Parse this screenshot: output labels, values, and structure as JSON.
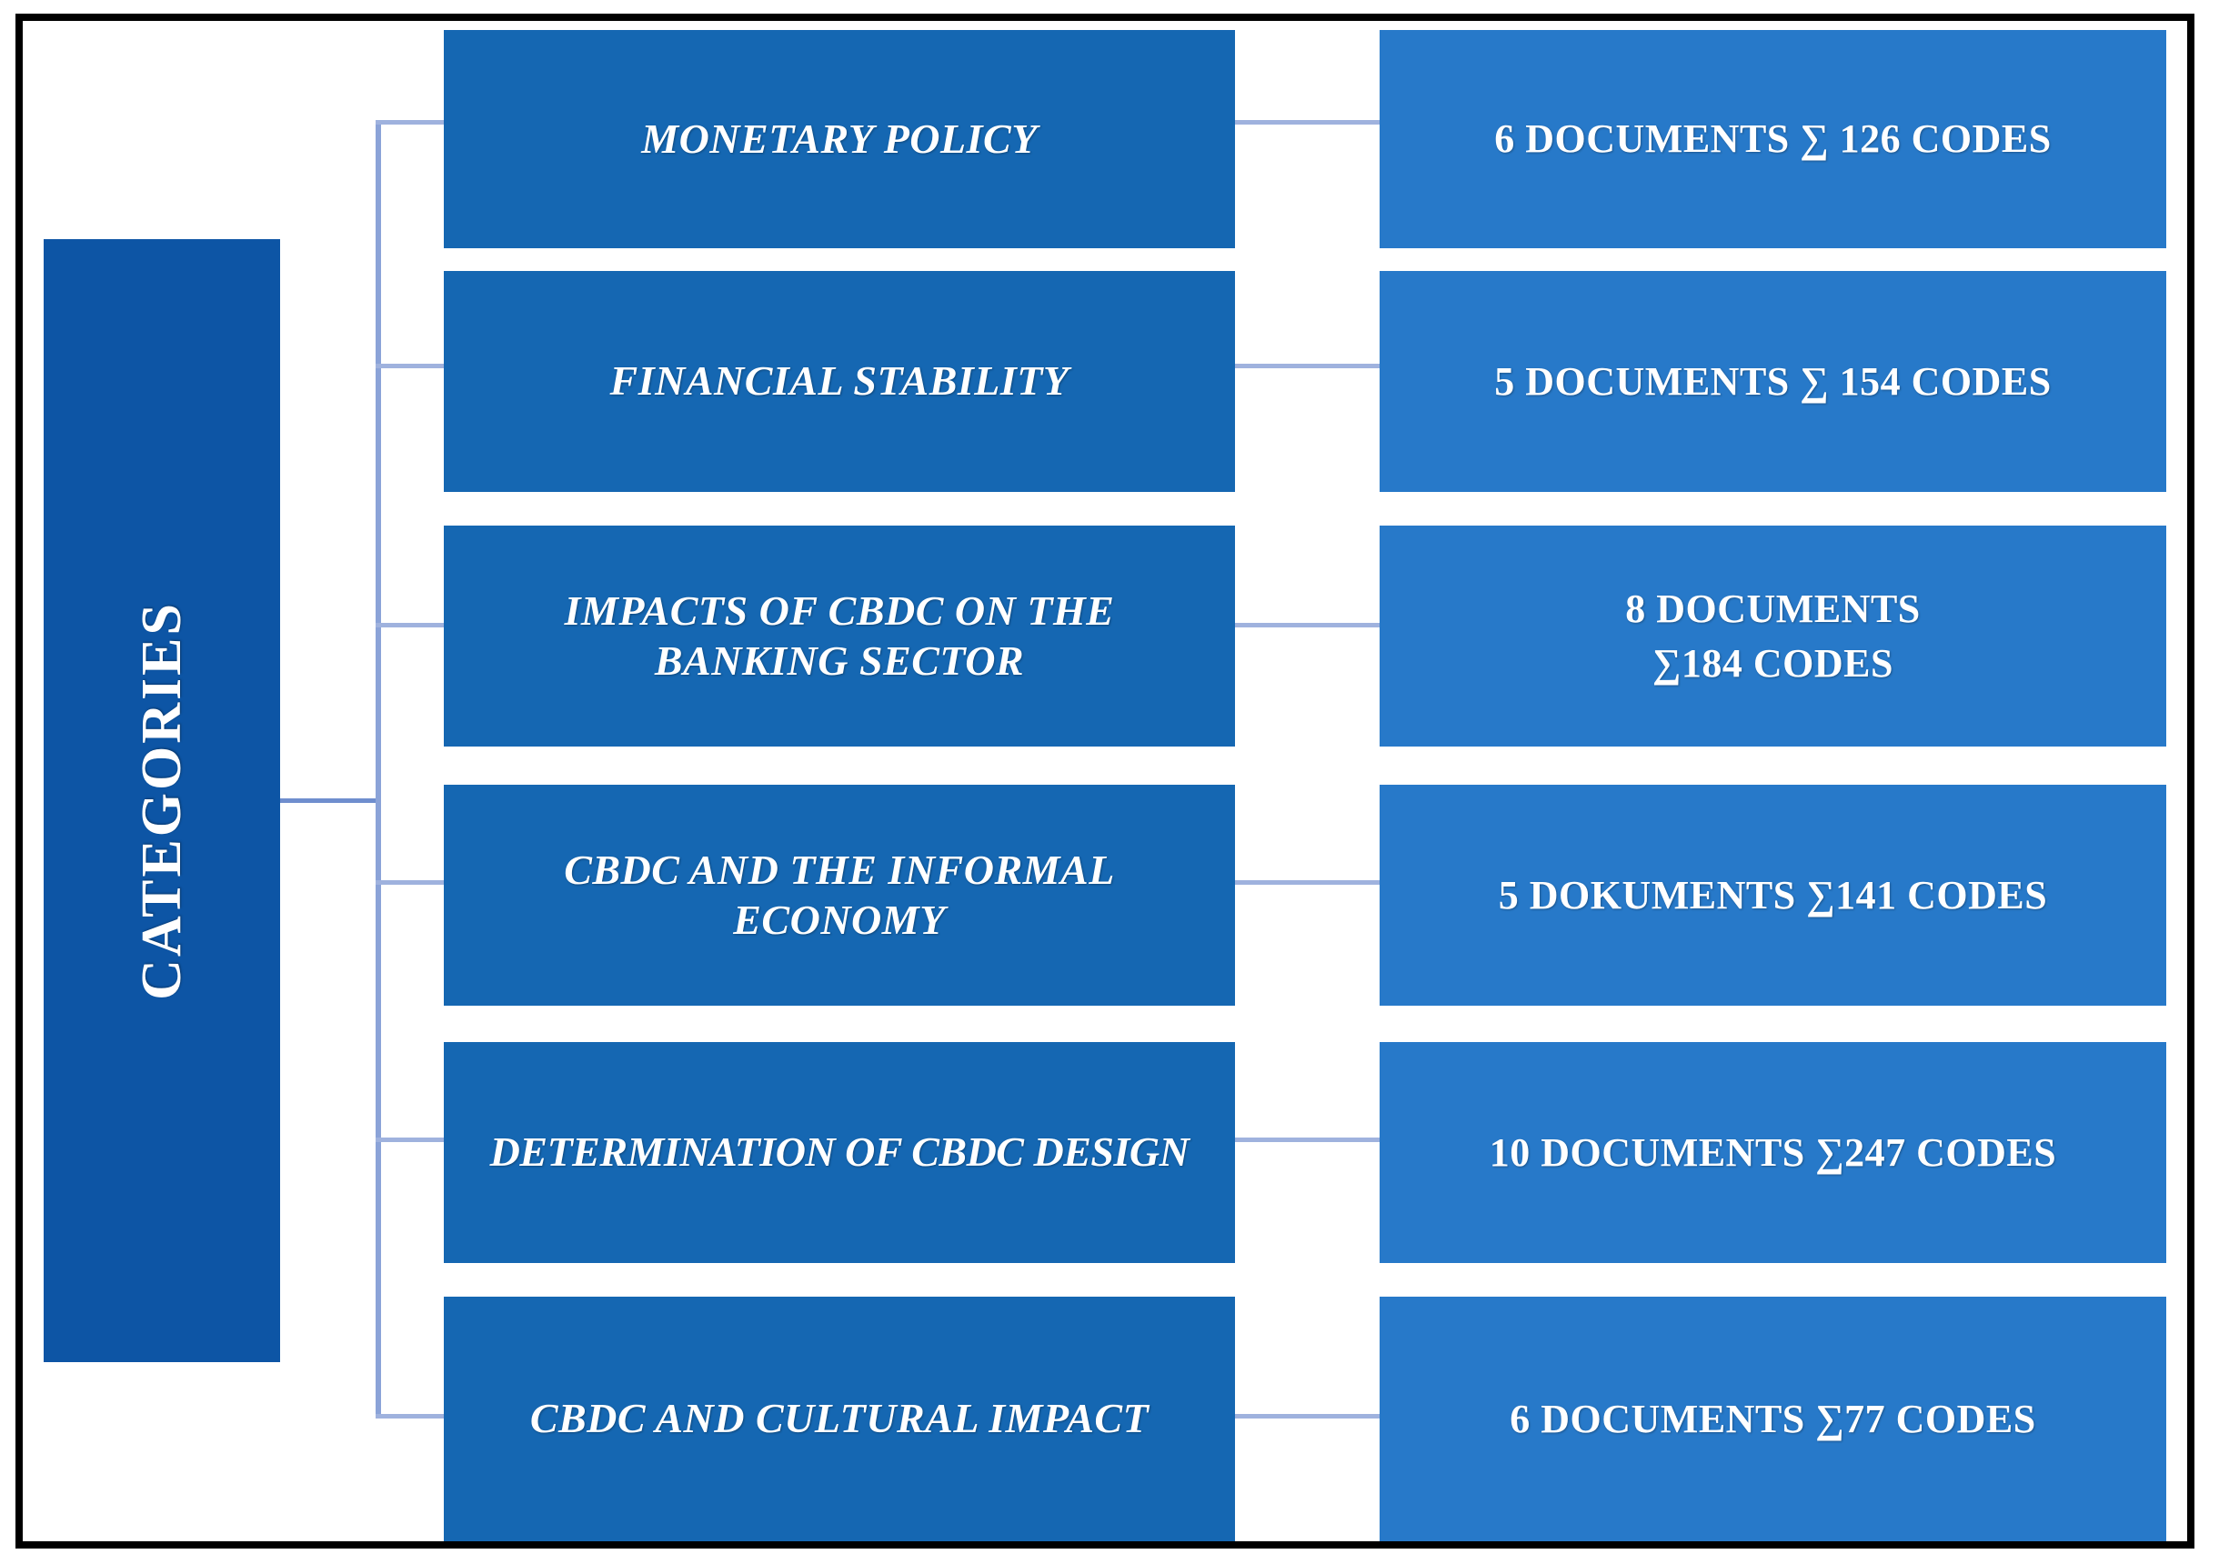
{
  "diagram": {
    "root": {
      "label": "CATEGORIES"
    },
    "rows": [
      {
        "category": "MONETARY POLICY",
        "count": "6 DOCUMENTS ∑ 126 CODES"
      },
      {
        "category": "FINANCIAL STABILITY",
        "count": "5 DOCUMENTS ∑ 154 CODES"
      },
      {
        "category": "IMPACTS OF CBDC ON THE\nBANKING SECTOR",
        "count": "8 DOCUMENTS\n∑184 CODES"
      },
      {
        "category": "CBDC AND THE INFORMAL\nECONOMY",
        "count": "5 DOKUMENTS ∑141 CODES"
      },
      {
        "category": "DETERMINATION OF CBDC DESIGN",
        "count": "10 DOCUMENTS ∑247 CODES"
      },
      {
        "category": "CBDC AND CULTURAL IMPACT",
        "count": "6 DOCUMENTS ∑77 CODES"
      }
    ],
    "colors": {
      "root_box": "#0d55a5",
      "category_box": "#1567b2",
      "count_box": "#2779c9",
      "connector": "#8ba3d8",
      "frame": "#000000",
      "text": "#ffffff"
    }
  }
}
